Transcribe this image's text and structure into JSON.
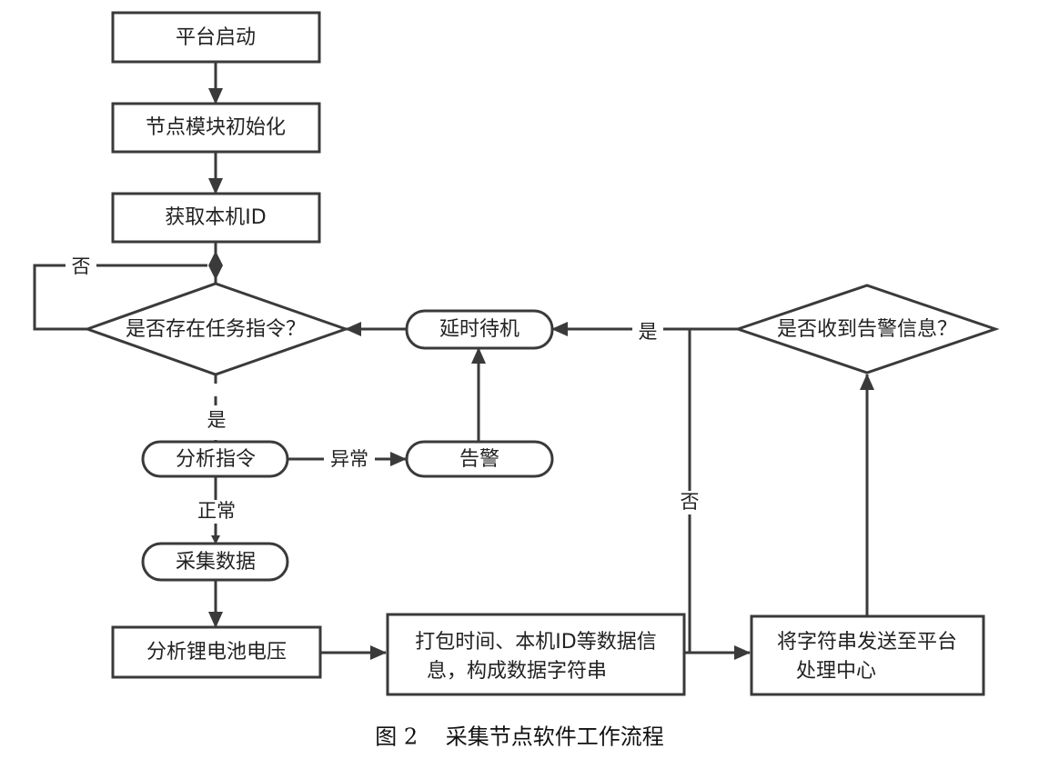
{
  "nodes": {
    "start": "平台启动",
    "init": "节点模块初始化",
    "get_id": "获取本机ID",
    "check_task": "是否存在任务指令？",
    "delay": "延时待机",
    "analyze_cmd": "分析指令",
    "alarm": "告警",
    "collect": "采集数据",
    "battery": "分析锂电池电压",
    "pack_line1": "打包时间、本机ID等数据信",
    "pack_line2": "息，构成数据字符串",
    "send_line1": "将字符串发送至平台",
    "send_line2": "处理中心",
    "check_alarm": "是否收到告警信息？"
  },
  "edges": {
    "task_no": "否",
    "task_yes": "是",
    "cmd_abnormal": "异常",
    "cmd_normal": "正常",
    "alarm_yes": "是",
    "alarm_no": "否"
  },
  "caption": "图 2    采集节点软件工作流程"
}
